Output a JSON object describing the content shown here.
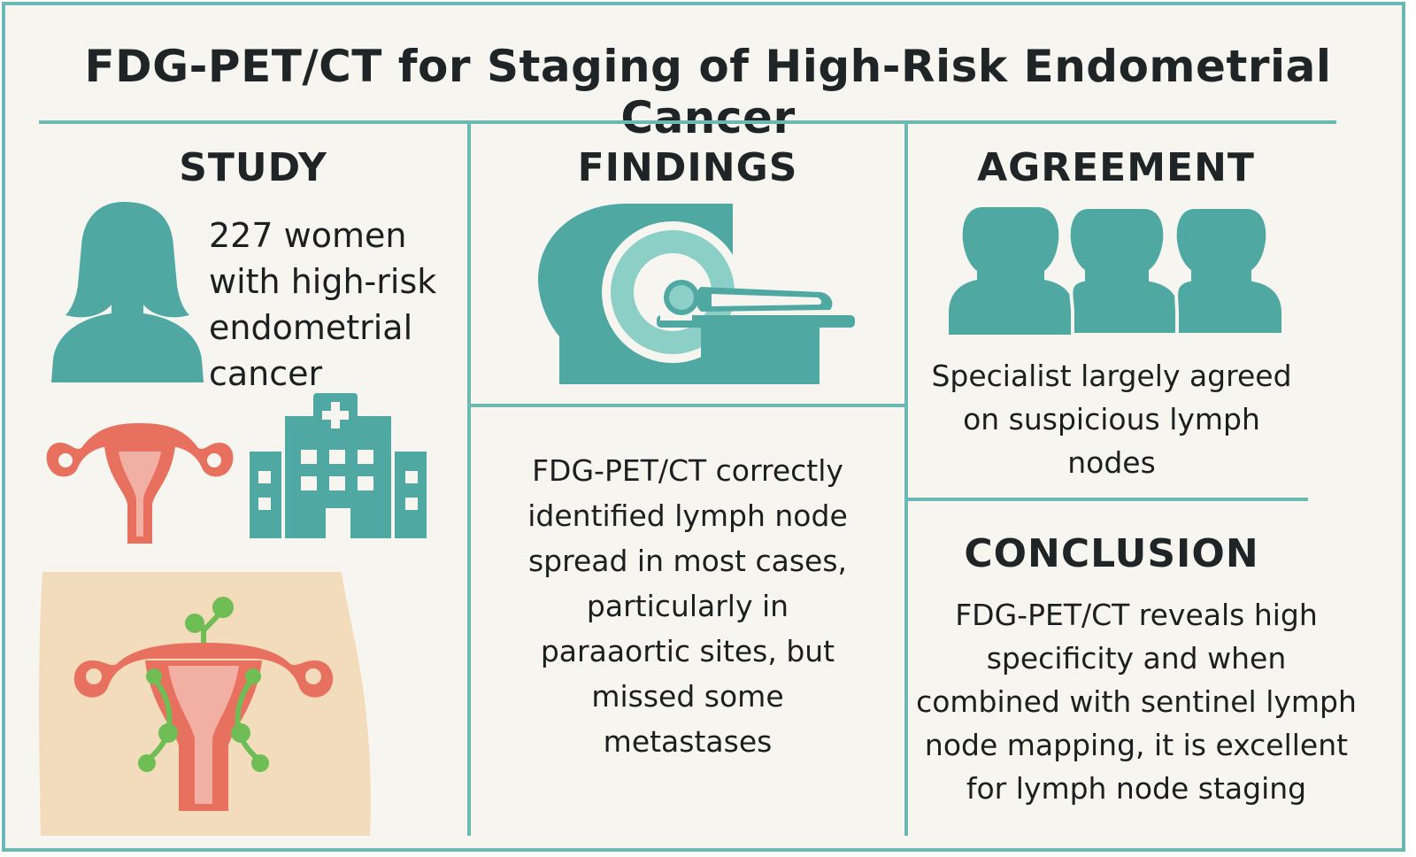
{
  "title": "FDG-PET/CT for Staging of High-Risk Endometrial Cancer",
  "colors": {
    "teal": "#4fa8a2",
    "teal_line": "#6cb8b2",
    "uterus": "#e8705f",
    "uterus_inner": "#f2b0a4",
    "skin": "#f3dcbc",
    "node_green": "#6fbd55",
    "background": "#f6f5ef"
  },
  "study": {
    "heading": "STUDY",
    "lines": [
      "227 women",
      "with high-risk",
      "endometrial",
      "cancer"
    ],
    "icons": [
      "woman-icon",
      "uterus-icon",
      "hospital-icon",
      "pelvis-lymph-node-icon"
    ]
  },
  "findings": {
    "heading": "FINDINGS",
    "icon": "pet-ct-scanner-icon",
    "lines": [
      "FDG-PET/CT correctly",
      "identified lymph node",
      "spread in most cases,",
      "particularly in",
      "paraaortic sites, but",
      "missed some",
      "metastases"
    ]
  },
  "agreement": {
    "heading": "AGREEMENT",
    "icon": "specialists-group-icon",
    "lines": [
      "Specialist largely agreed",
      "on suspicious lymph",
      "nodes"
    ]
  },
  "conclusion": {
    "heading": "CONCLUSION",
    "lines": [
      "FDG-PET/CT reveals high",
      "specificity and when",
      "combined with sentinel lymph",
      "node mapping, it is excellent",
      "for lymph node staging"
    ]
  }
}
